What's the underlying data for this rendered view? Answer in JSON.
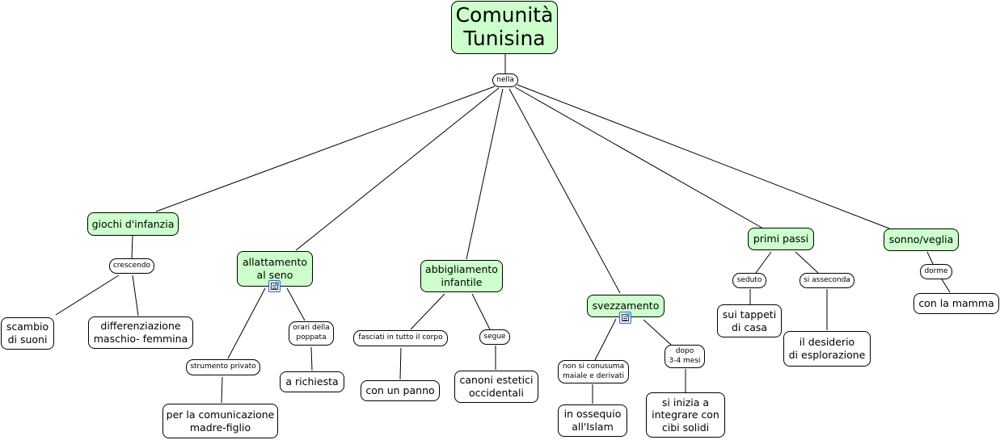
{
  "root": {
    "label": "Comunità\nTunisina",
    "color": "#ccffcc"
  },
  "root_link": "nella",
  "branches": [
    {
      "concept": "giochi d'infanzia",
      "link": "crescendo",
      "children": [
        "scambio\ndi suoni",
        "differenziazione\nmaschio- femmina"
      ]
    },
    {
      "concept": "allattamento\nal seno",
      "has_attachment": true,
      "links": [
        {
          "link": "strumento privato",
          "child": "per la comunicazione\nmadre-figlio"
        },
        {
          "link": "orari della\npoppata",
          "child": "a richiesta"
        }
      ]
    },
    {
      "concept": "abbigliamento\ninfantile",
      "links": [
        {
          "link": "fasciati in tutto il corpo",
          "child": "con un panno"
        },
        {
          "link": "segue",
          "child": "canoni estetici\noccidentali"
        }
      ]
    },
    {
      "concept": "svezzamento",
      "has_attachment": true,
      "links": [
        {
          "link": "non si conusuma\nmaiale e derivati",
          "child": "in ossequio\nall'Islam"
        },
        {
          "link": "dopo\n3-4 mesi",
          "child": "si inizia a\nintegrare con\ncibi solidi"
        }
      ]
    },
    {
      "concept": "primi passi",
      "links": [
        {
          "link": "seduto",
          "child": "sui tappeti\ndi casa"
        },
        {
          "link": "si asseconda",
          "child": "il desiderio\ndi esplorazione"
        }
      ]
    },
    {
      "concept": "sonno/veglia",
      "link": "dorme",
      "child": "con la mamma"
    }
  ],
  "icons": {
    "attachment": "document-attachment-icon"
  }
}
